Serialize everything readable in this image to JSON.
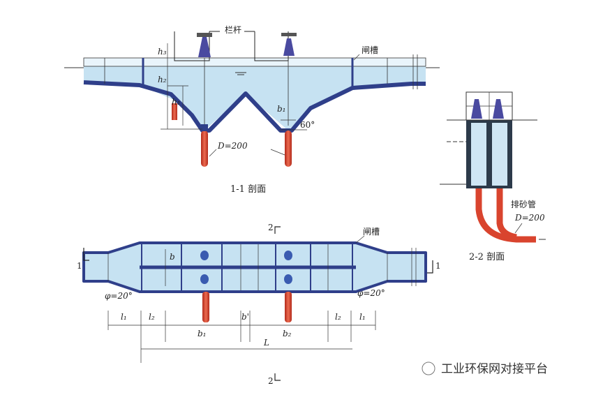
{
  "section_1_1": {
    "title": "1-1 剖面",
    "railing_label": "栏杆",
    "gate_slot_label": "闸槽",
    "h3": "h₃",
    "h2": "h₂",
    "h1": "h₁",
    "b1": "b₁",
    "angle": "60°",
    "pipe_label": "D=200"
  },
  "plan": {
    "gate_slot_label": "闸槽",
    "section_mark_top": "2",
    "section_mark_bottom": "2",
    "section_mark_left": "1",
    "section_mark_right": "1",
    "width_label": "b",
    "angle_left": "φ=20°",
    "angle_right": "φ=20°",
    "dims": [
      "l₁",
      "l₂",
      "b₁",
      "b'",
      "b₂",
      "l₂",
      "l₁"
    ],
    "total_length": "L"
  },
  "section_2_2": {
    "title": "2-2 剖面",
    "pipe_name": "排砂管",
    "pipe_label": "D=200"
  },
  "watermark": "工业环保网对接平台",
  "colors": {
    "water": "#c6e2f2",
    "wall": "#2f3f8a",
    "pipe": "#d9442e",
    "post": "#4a4aa0"
  }
}
